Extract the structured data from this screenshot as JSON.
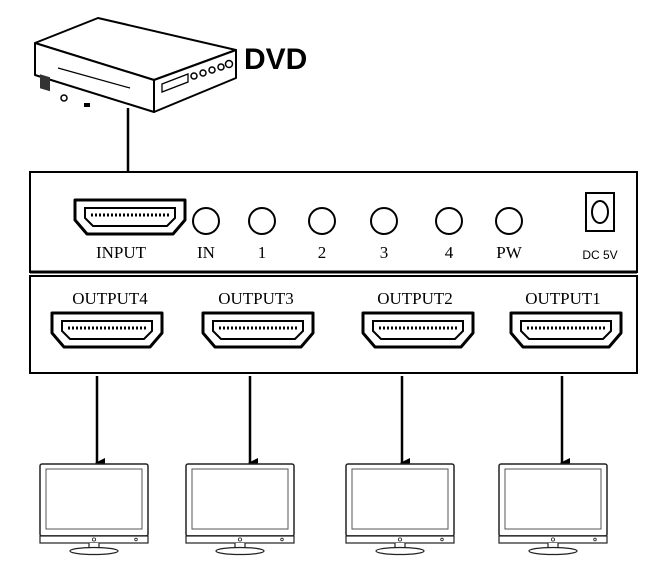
{
  "source_device": {
    "label": "DVD"
  },
  "front_panel": {
    "input_label": "INPUT",
    "indicators": [
      {
        "label": "IN"
      },
      {
        "label": "1"
      },
      {
        "label": "2"
      },
      {
        "label": "3"
      },
      {
        "label": "4"
      },
      {
        "label": "PW"
      }
    ],
    "power_label": "DC 5V"
  },
  "rear_panel": {
    "outputs": [
      {
        "label": "OUTPUT4"
      },
      {
        "label": "OUTPUT3"
      },
      {
        "label": "OUTPUT2"
      },
      {
        "label": "OUTPUT1"
      }
    ]
  }
}
